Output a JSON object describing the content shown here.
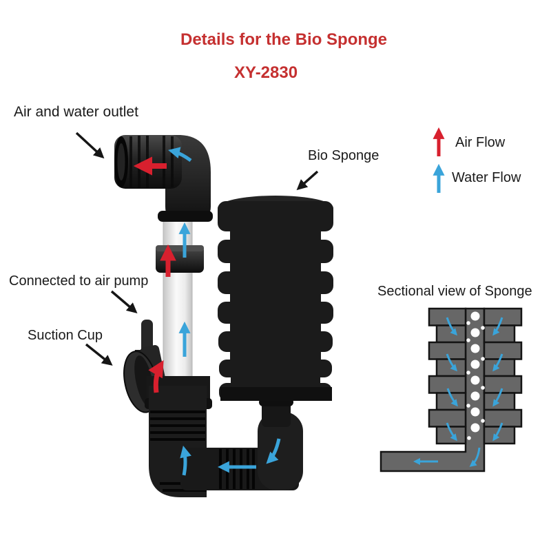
{
  "header": {
    "title": "Details for the Bio Sponge",
    "model": "XY-2830"
  },
  "annotations": {
    "air_water_outlet": "Air and water outlet",
    "bio_sponge": "Bio Sponge",
    "connected_air_pump": "Connected to air pump",
    "suction_cup": "Suction Cup",
    "sectional_view": "Sectional view of Sponge"
  },
  "legend": {
    "air_flow": "Air Flow",
    "water_flow": "Water Flow"
  },
  "colors": {
    "title_red": "#c53030",
    "air_flow_red": "#d8202e",
    "water_flow_blue": "#3aa4da",
    "label_black": "#1a1a1a",
    "device_black": "#1d1d1d",
    "section_gray": "#676767"
  }
}
